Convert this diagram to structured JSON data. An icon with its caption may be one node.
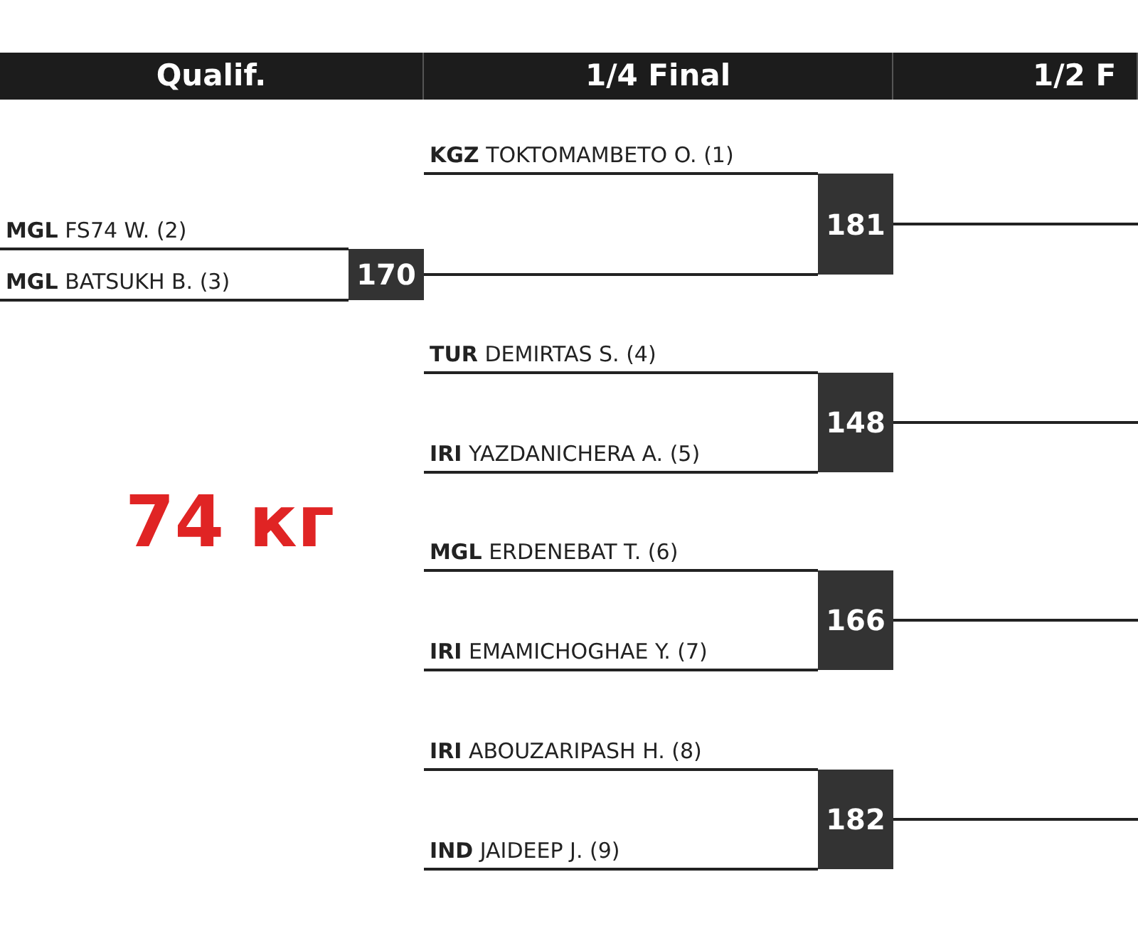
{
  "diagram": {
    "nodes": [
      {
        "text": [
          "**MGL** FS74 W. (2)"
        ]
      },
      {
        "text": [
          "**MGL** BATSUKH B. (3)"
        ]
      },
      {
        "text": [
          "170"
        ]
      },
      {
        "text": [
          "**KGZ** TOKTOMAMBETO O. (1)"
        ]
      },
      {
        "text": [
          "181"
        ]
      },
      {
        "text": [
          "**TUR** DEMIRTAS S. (4)"
        ]
      },
      {
        "text": [
          "**IRI** YAZDANICHERA A. (5)"
        ]
      },
      {
        "text": [
          "148"
        ]
      },
      {
        "text": [
          "**MGL** ERDENEBAT T. (6)"
        ]
      },
      {
        "text": [
          "**IRI** EMAMICHOGHAE Y. (7)"
        ]
      },
      {
        "text": [
          "166"
        ]
      },
      {
        "text": [
          "**IRI** ABOUZARIPASH H. (8)"
        ]
      },
      {
        "text": [
          "**IND** JAIDEEP J. (9)"
        ]
      },
      {
        "text": [
          "182"
        ]
      }
    ],
    "edges": [
      {
        "from": 0,
        "to": 2,
        "arrow": "none"
      },
      {
        "from": 1,
        "to": 2,
        "arrow": "none"
      },
      {
        "from": 2,
        "to": 4,
        "arrow": "none"
      },
      {
        "from": 3,
        "to": 4,
        "arrow": "none"
      },
      {
        "from": 4,
        "to": null,
        "arrow": "none"
      },
      {
        "from": 5,
        "to": 7,
        "arrow": "none"
      },
      {
        "from": 6,
        "to": 7,
        "arrow": "none"
      },
      {
        "from": 7,
        "to": null,
        "arrow": "none"
      },
      {
        "from": 8,
        "to": 10,
        "arrow": "none"
      },
      {
        "from": 9,
        "to": 10,
        "arrow": "none"
      },
      {
        "from": 10,
        "to": null,
        "arrow": "none"
      },
      {
        "from": 11,
        "to": 13,
        "arrow": "none"
      },
      {
        "from": 12,
        "to": 13,
        "arrow": "none"
      },
      {
        "from": 13,
        "to": null,
        "arrow": "none"
      }
    ],
    "labels": [
      "Qualif.",
      "1/4 Final",
      "1/2 F",
      "74 кг"
    ]
  }
}
